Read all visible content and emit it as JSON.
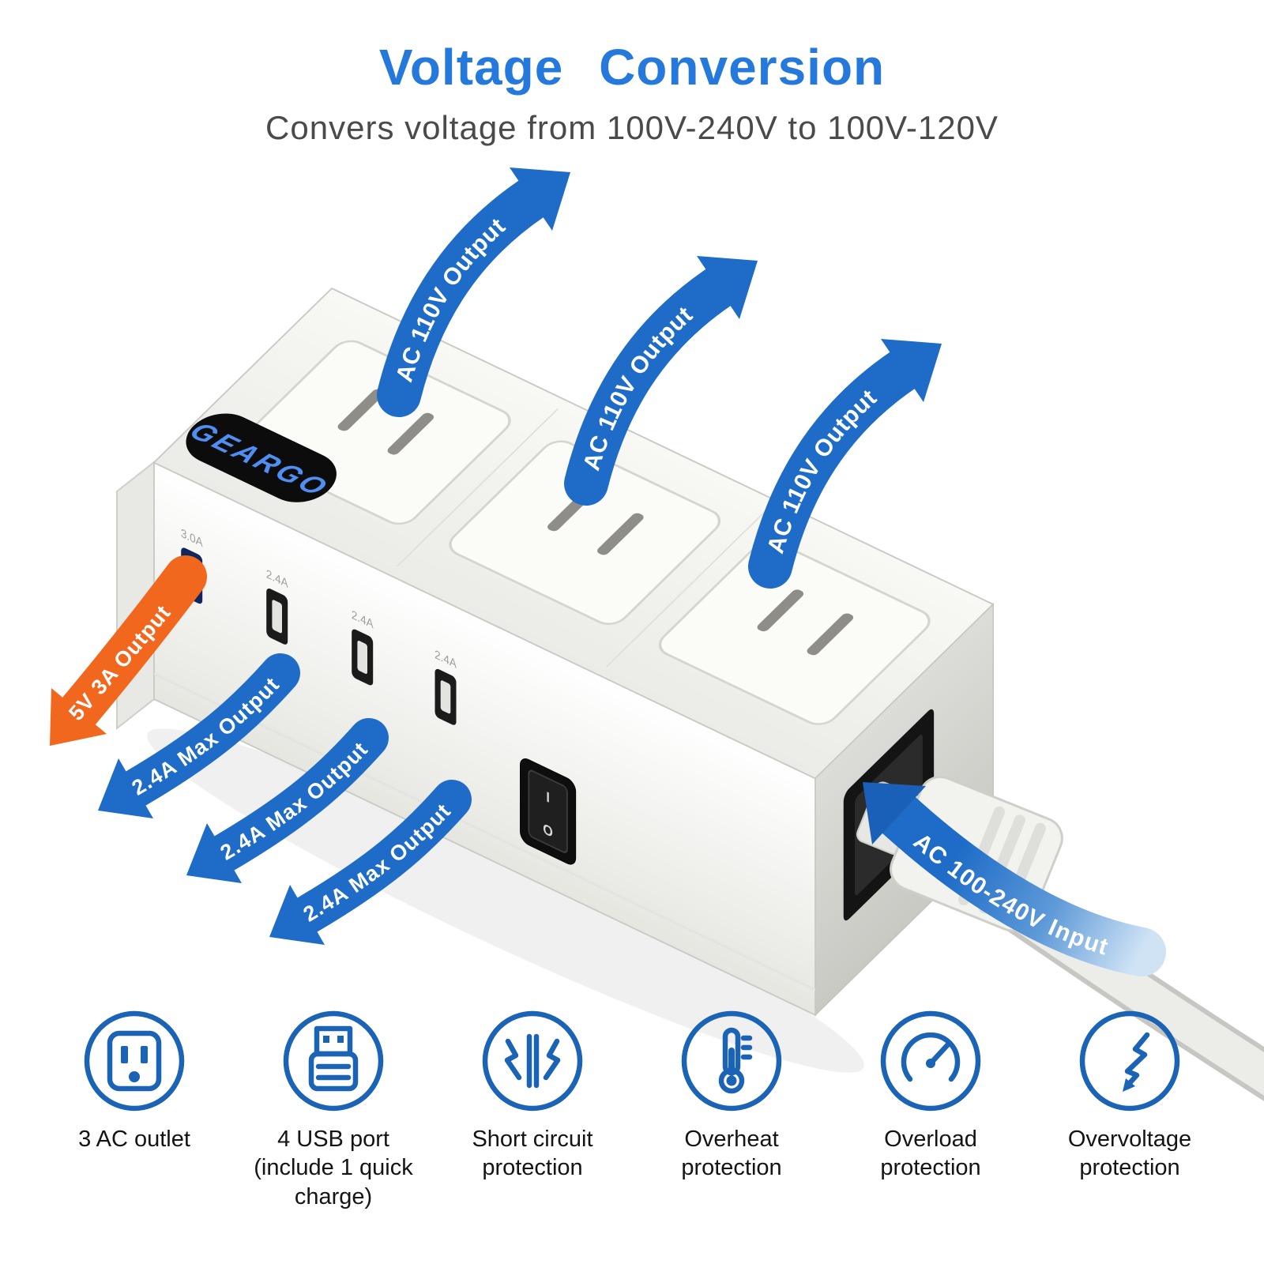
{
  "header": {
    "title": "Voltage Conversion",
    "subtitle": "Convers voltage from 100V-240V to 100V-120V"
  },
  "device": {
    "brand": "GEARGO",
    "usb_port_labels": [
      "3.0A",
      "2.4A",
      "2.4A",
      "2.4A"
    ],
    "switch": {
      "on": "I",
      "off": "O"
    }
  },
  "arrows": {
    "ac_output_1": "AC 110V Output",
    "ac_output_2": "AC 110V Output",
    "ac_output_3": "AC 110V Output",
    "usb_quick_output": "5V 3A Output",
    "usb_max_output_1": "2.4A Max Output",
    "usb_max_output_2": "2.4A Max Output",
    "usb_max_output_3": "2.4A Max Output",
    "ac_input": "AC 100-240V Input"
  },
  "features": [
    {
      "icon": "ac-outlet-icon",
      "label": "3 AC outlet"
    },
    {
      "icon": "usb-port-icon",
      "label": "4 USB port (include 1 quick charge)"
    },
    {
      "icon": "short-circuit-icon",
      "label": "Short circuit protection"
    },
    {
      "icon": "overheat-icon",
      "label": "Overheat protection"
    },
    {
      "icon": "overload-icon",
      "label": "Overload protection"
    },
    {
      "icon": "overvoltage-icon",
      "label": "Overvoltage protection"
    }
  ],
  "colors": {
    "title_blue": "#2579dd",
    "arrow_blue": "#1e6cc8",
    "arrow_orange": "#f2671e",
    "icon_blue": "#1b63b5",
    "subtitle_gray": "#4a4a4a"
  }
}
